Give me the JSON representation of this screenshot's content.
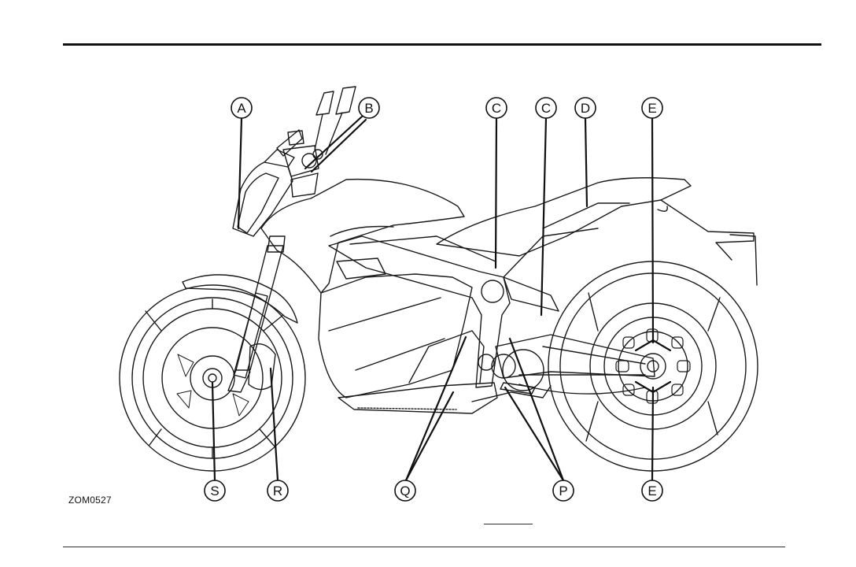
{
  "figure": {
    "code": "ZOM0527",
    "callouts": {
      "top": [
        "A",
        "B",
        "C",
        "C",
        "D",
        "E"
      ],
      "bottom": [
        "S",
        "R",
        "Q",
        "P",
        "E"
      ]
    }
  },
  "colors": {
    "ink": "#1a1a1a",
    "shade": "#dcdcdc"
  }
}
